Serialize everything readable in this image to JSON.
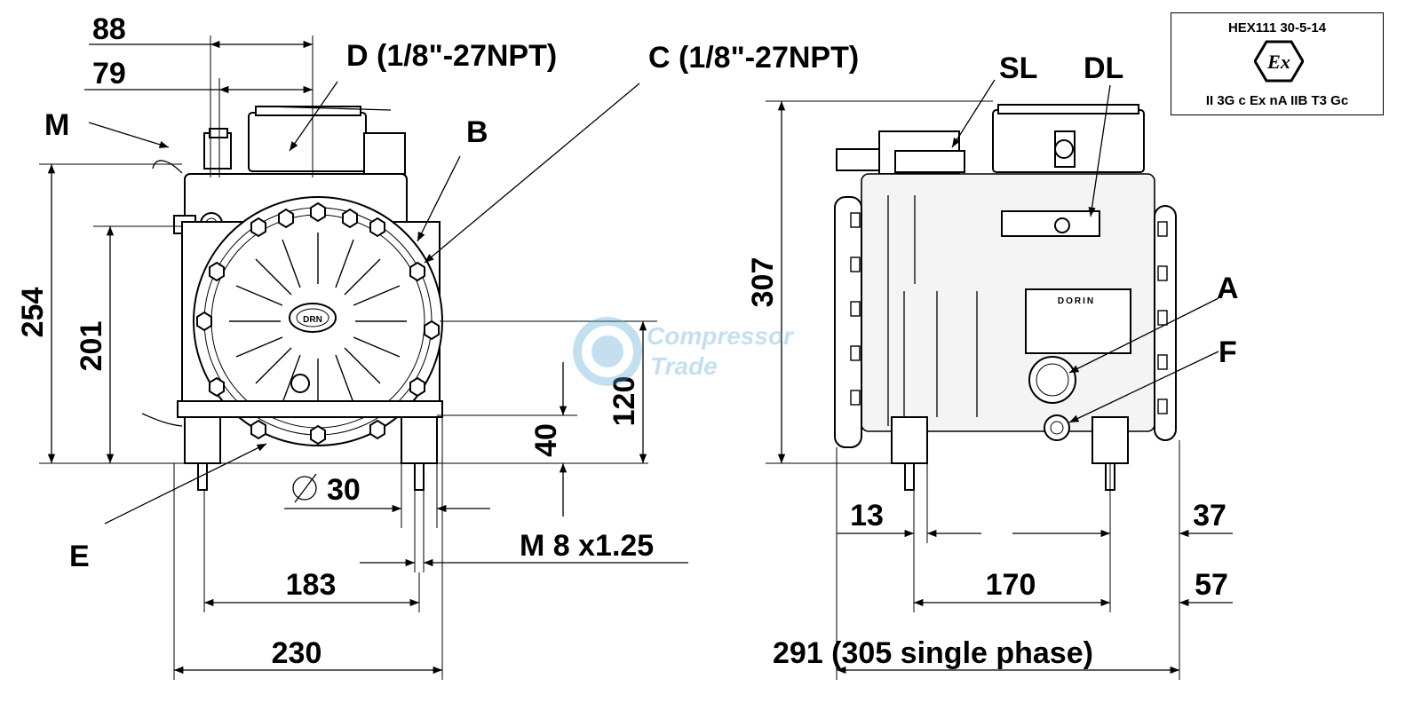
{
  "certification": {
    "code": "HEX111 30-5-14",
    "mark": "Ex",
    "marking": "II 3G c Ex nA IIB T3 Gc"
  },
  "watermark": {
    "line1": "Compressor",
    "line2": "Trade"
  },
  "nameplate": "DORIN",
  "labels": {
    "M": "M",
    "D": "D (1/8\"-27NPT)",
    "C": "C (1/8\"-27NPT)",
    "B": "B",
    "E": "E",
    "SL": "SL",
    "DL": "DL",
    "A": "A",
    "F": "F"
  },
  "dimensions": {
    "d88": "88",
    "d79": "79",
    "d254": "254",
    "d201": "201",
    "d120": "120",
    "d40": "40",
    "dia30": "30",
    "thread": "M 8 x1.25",
    "d183": "183",
    "d230": "230",
    "d307": "307",
    "d13": "13",
    "d37": "37",
    "d170": "170",
    "d57": "57",
    "d291": "291 (305 single phase)"
  },
  "colors": {
    "line": "#000000",
    "watermark": "#5aa9d6"
  }
}
